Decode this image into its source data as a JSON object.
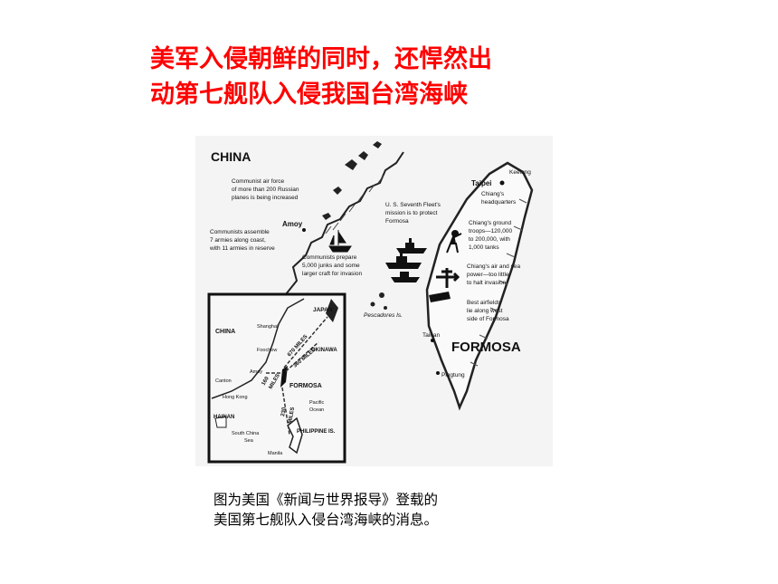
{
  "title": {
    "line1": "美军入侵朝鲜的同时，还悍然出",
    "line2": "动第七舰队入侵我国台湾海峡"
  },
  "map": {
    "labels": {
      "china": "CHINA",
      "formosa": "FORMOSA",
      "keelung": "Keelung",
      "taipei": "Taipei",
      "chiang_hq_1": "Chiang's",
      "chiang_hq_2": "headquarters",
      "tainan": "Tainan",
      "pingtung": "Pingtung",
      "amoy": "Amoy",
      "pescadores": "Pescadores Is.",
      "air_force": [
        "Communist air force",
        "of more than 200 Russian",
        "planes is being increased"
      ],
      "armies": [
        "Communists assemble",
        "7 armies along coast,",
        "with 11 armies in reserve"
      ],
      "junks": [
        "Communists prepare",
        "5,000 junks and some",
        "larger craft for invasion"
      ],
      "fleet": [
        "U. S. Seventh Fleet's",
        "mission is to protect",
        "Formosa"
      ],
      "ground": [
        "Chiang's ground",
        "troops—120,000",
        "to 200,000, with",
        "1,000 tanks"
      ],
      "air_sea": [
        "Chiang's air and sea",
        "power—too little",
        "to halt invasion"
      ],
      "airfields": [
        "Best airfields",
        "lie along west",
        "side of Formosa"
      ]
    },
    "inset": {
      "china": "CHINA",
      "japan": "JAPAN",
      "okinawa": "OKINAWA",
      "shanghai": "Shanghai",
      "foochow": "Foochow",
      "amoy": "Amoy",
      "canton": "Canton",
      "hongkong": "Hong Kong",
      "hainan": "HAINAN",
      "formosa": "FORMOSA",
      "pacific_1": "Pacific",
      "pacific_2": "Ocean",
      "scs_1": "South China",
      "scs_2": "Sea",
      "philippine": "PHILIPPINE IS.",
      "manila": "Manila",
      "d670": "670 MILES",
      "d360": "360 MILES",
      "d160_1": "160",
      "d160_2": "MILES",
      "d230_1": "230",
      "d230_2": "MILES"
    }
  },
  "caption": {
    "line1": "图为美国《新闻与世界报导》登载的",
    "line2": "美国第七舰队入侵台湾海峡的消息。"
  }
}
